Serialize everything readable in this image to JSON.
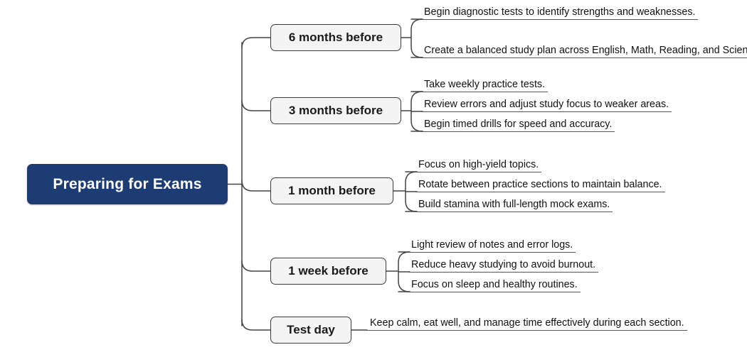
{
  "diagram": {
    "type": "mind-map",
    "title": "Preparing for Exams",
    "colors": {
      "root_fill": "#1e3c74",
      "root_text": "#ffffff",
      "branch_fill": "#f4f4f4",
      "branch_border": "#3b3b3b",
      "branch_text": "#1a1a1a",
      "connector": "#444444",
      "leaf_underline": "#555555",
      "background": "#ffffff"
    }
  },
  "root": {
    "label": "Preparing for Exams"
  },
  "branches": [
    {
      "label": "6 months before",
      "leaves": [
        "Begin diagnostic tests to identify strengths and weaknesses.",
        "Create a balanced study plan across English, Math, Reading, and Science."
      ]
    },
    {
      "label": "3 months before",
      "leaves": [
        "Take weekly practice tests.",
        "Review errors and adjust study focus to weaker areas.",
        "Begin timed drills for speed and accuracy."
      ]
    },
    {
      "label": "1 month before",
      "leaves": [
        "Focus on high-yield topics.",
        "Rotate between practice sections to maintain balance.",
        "Build stamina with full-length mock exams."
      ]
    },
    {
      "label": "1 week before",
      "leaves": [
        "Light review of notes and error logs.",
        "Reduce heavy studying to avoid burnout.",
        "Focus on sleep and healthy routines."
      ]
    },
    {
      "label": "Test day",
      "leaves": [
        "Keep calm, eat well, and manage time effectively during each section."
      ]
    }
  ]
}
